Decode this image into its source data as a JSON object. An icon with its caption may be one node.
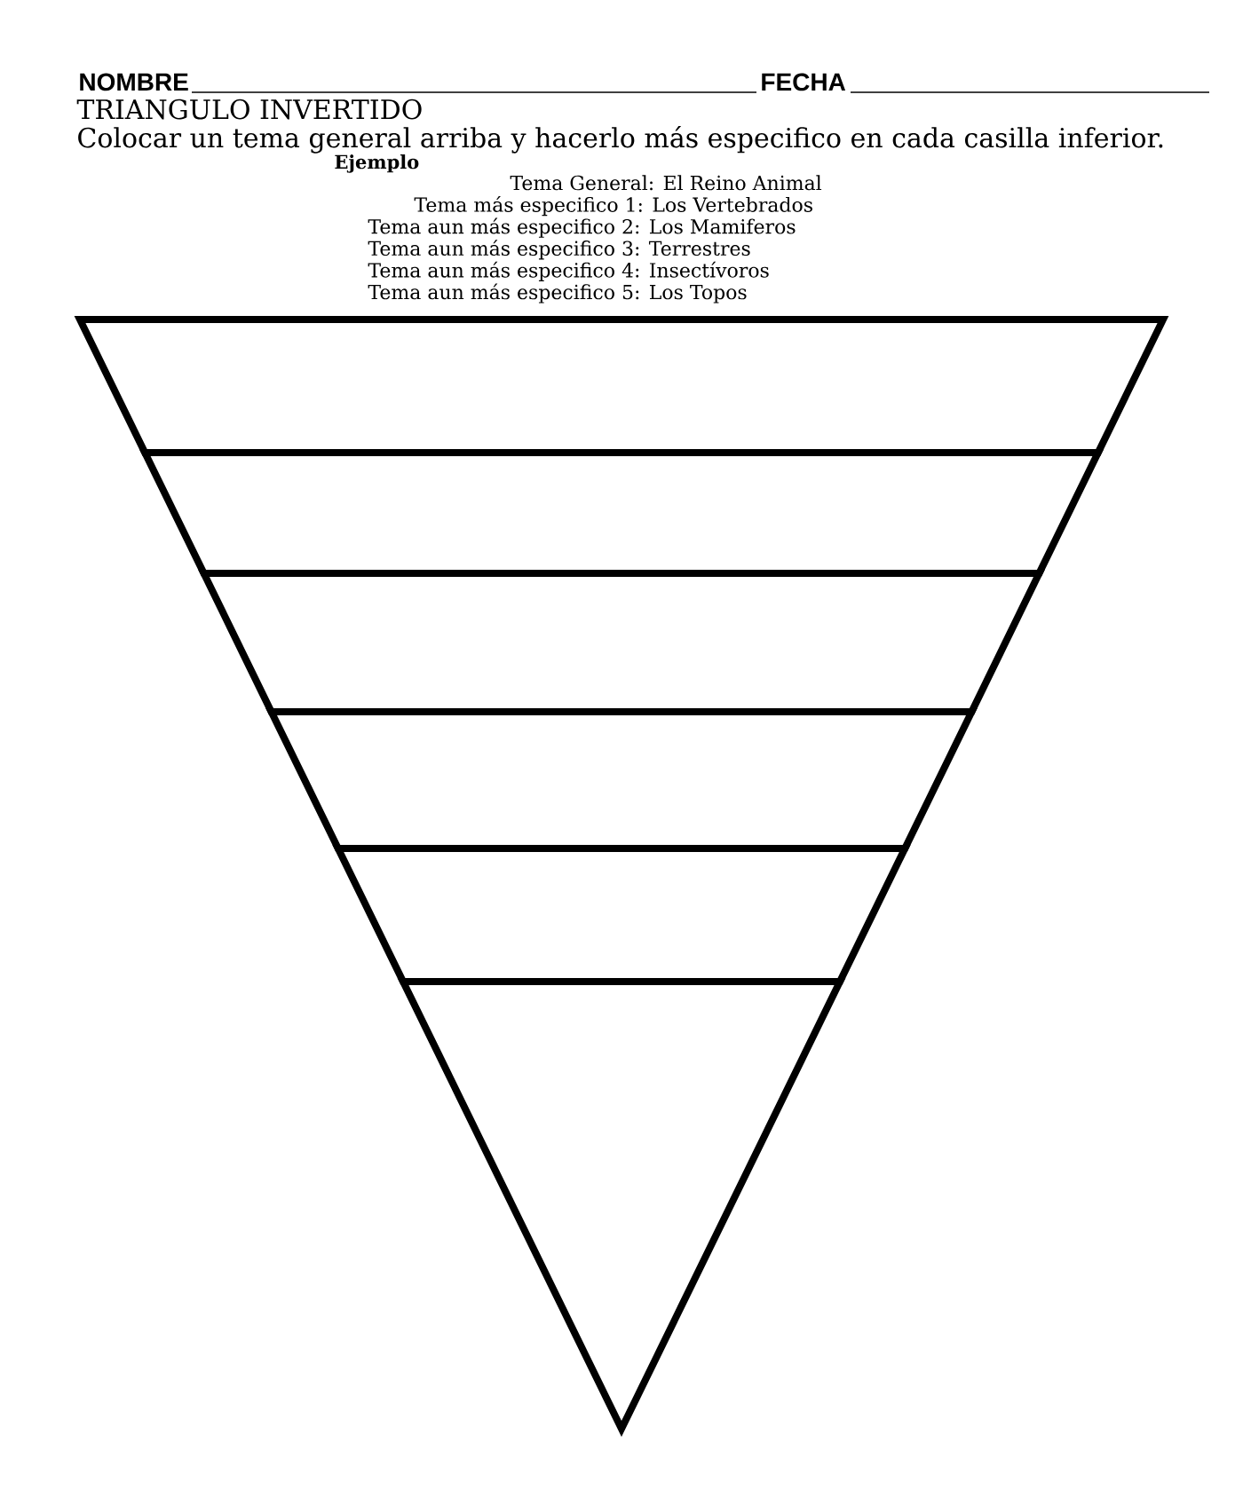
{
  "diagram": {
    "title": "TRIANGULO INVERTIDO",
    "nodes": [
      {
        "text": [],
        "shape": "trapezoid"
      },
      {
        "text": [],
        "shape": "trapezoid"
      },
      {
        "text": [],
        "shape": "trapezoid"
      },
      {
        "text": [],
        "shape": "trapezoid"
      },
      {
        "text": [],
        "shape": "trapezoid"
      },
      {
        "text": [],
        "shape": "triangle"
      }
    ],
    "labels": [
      "NOMBRE",
      "FECHA",
      "Colocar un tema general arriba y hacerlo más especifico en cada casilla inferior.",
      "Ejemplo",
      "Tema General: El Reino Animal",
      "Tema más especifico 1: Los Vertebrados",
      "Tema aun más especifico 2: Los Mamiferos",
      "Tema aun más especifico 3: Terrestres",
      "Tema aun más especifico 4: Insectívoros",
      "Tema aun más especifico 5: Los Topos"
    ]
  }
}
